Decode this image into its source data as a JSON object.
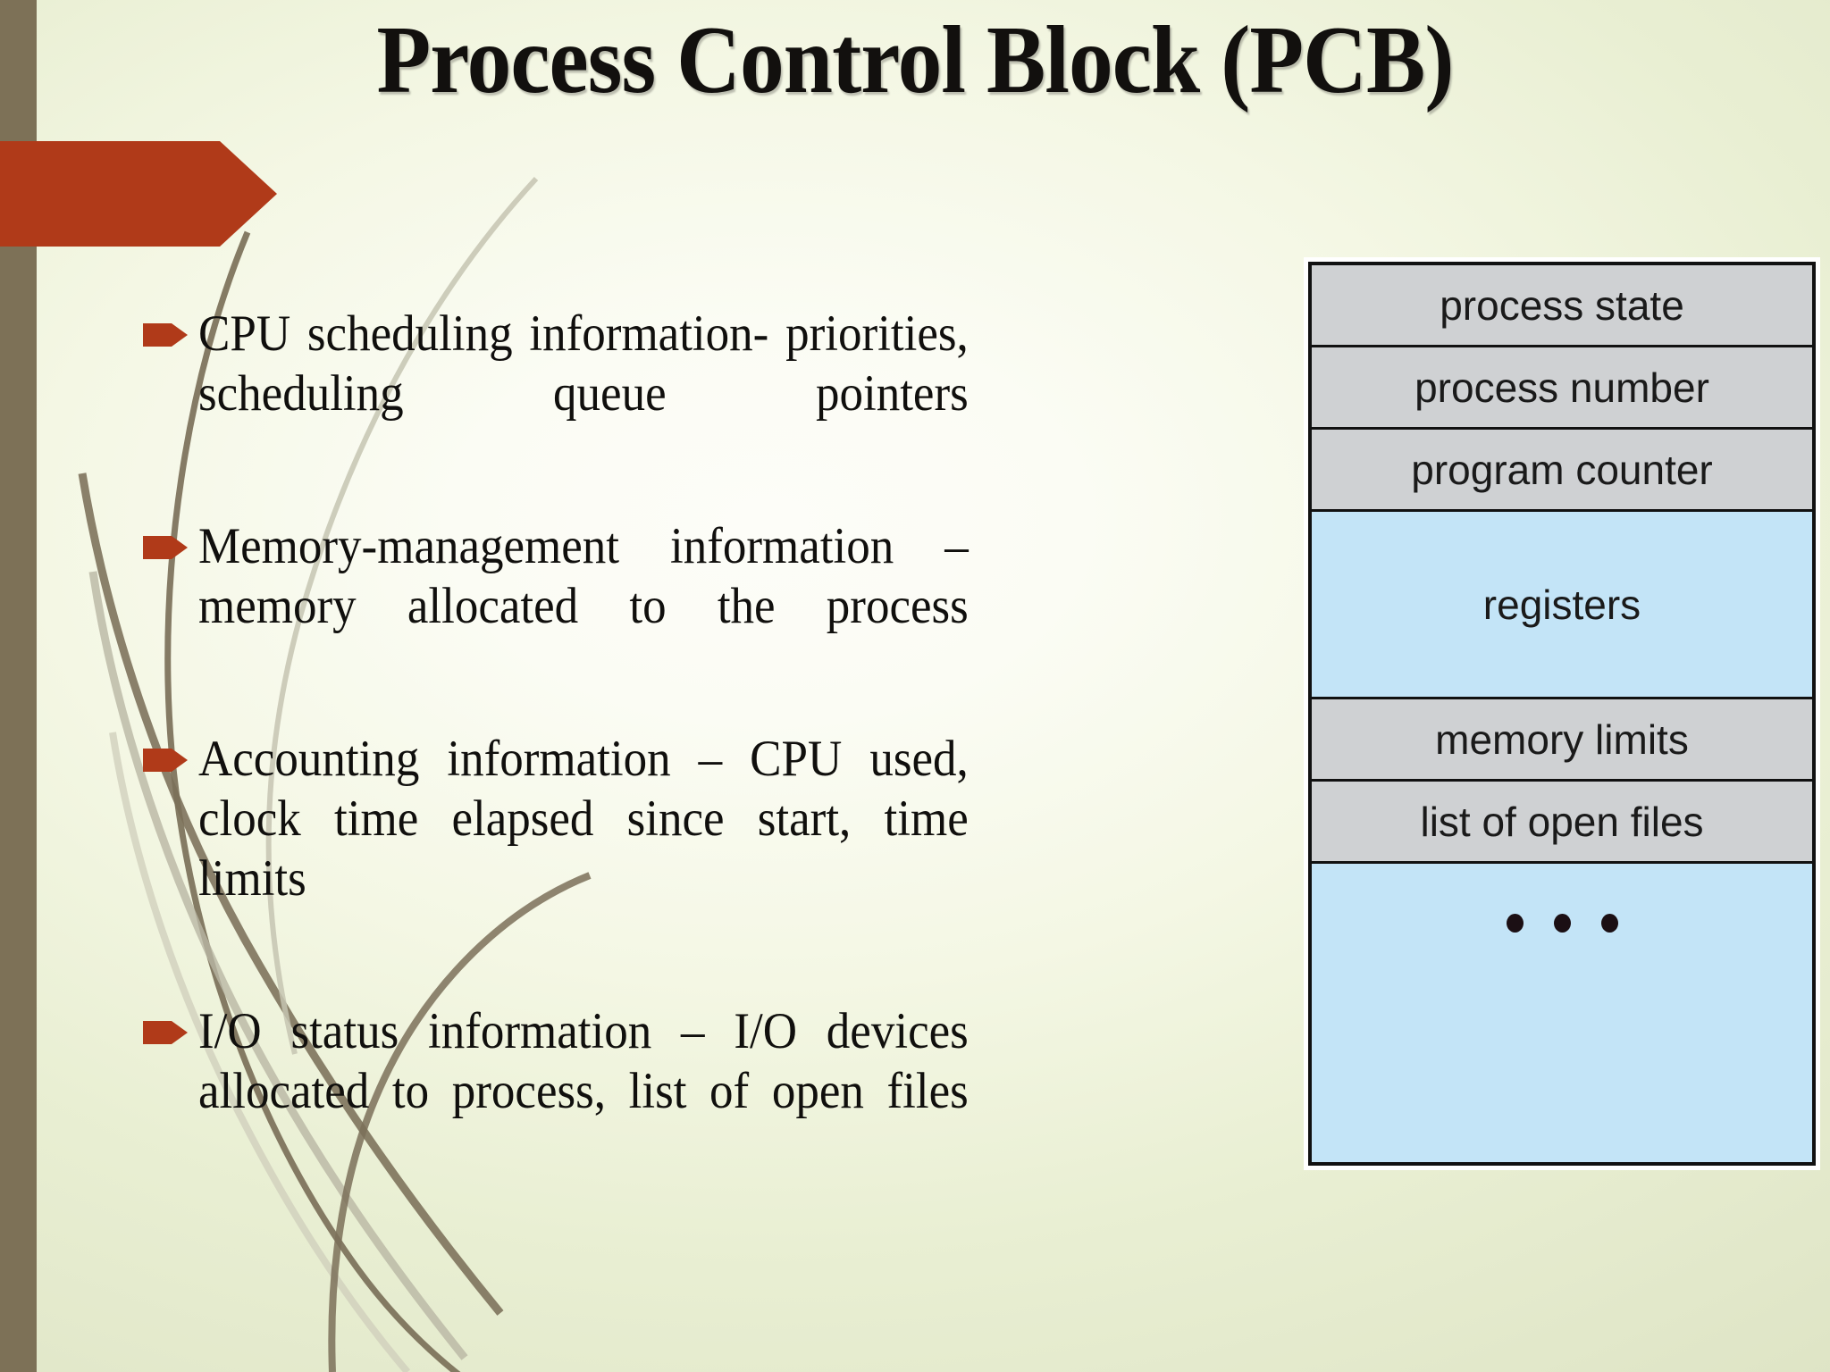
{
  "slide": {
    "title": "Process Control Block (PCB)",
    "accent_color": "#b03a19",
    "stripe_color": "#7d7157",
    "background_edge_color": "#dee4c5",
    "background_center_color": "#fbfcf7"
  },
  "banner": {
    "name": "red-arrow-banner",
    "color": "#b03a19"
  },
  "bullets": [
    {
      "marker": "red-arrow-bullet",
      "text": "CPU scheduling information- priorities, scheduling queue pointers"
    },
    {
      "marker": "red-arrow-bullet",
      "text": "Memory-management information – memory allocated to the process"
    },
    {
      "marker": "red-arrow-bullet",
      "text": "Accounting information – CPU used, clock time elapsed since start, time limits"
    },
    {
      "marker": "red-arrow-bullet",
      "text": "I/O status information – I/O devices allocated to process, list of open files"
    }
  ],
  "pcb_diagram": {
    "name": "process-control-block-diagram",
    "gray_color": "#cfd1d3",
    "blue_color": "#c3e4f7",
    "border_color": "#111111",
    "rows": [
      {
        "label": "process state",
        "fill": "gray",
        "size": "small"
      },
      {
        "label": "process number",
        "fill": "gray",
        "size": "small"
      },
      {
        "label": "program counter",
        "fill": "gray",
        "size": "small"
      },
      {
        "label": "registers",
        "fill": "blue",
        "size": "tall"
      },
      {
        "label": "memory limits",
        "fill": "gray",
        "size": "small"
      },
      {
        "label": "list of open files",
        "fill": "gray",
        "size": "small"
      },
      {
        "label": "",
        "fill": "blue",
        "size": "dots",
        "dots": 3
      }
    ]
  }
}
